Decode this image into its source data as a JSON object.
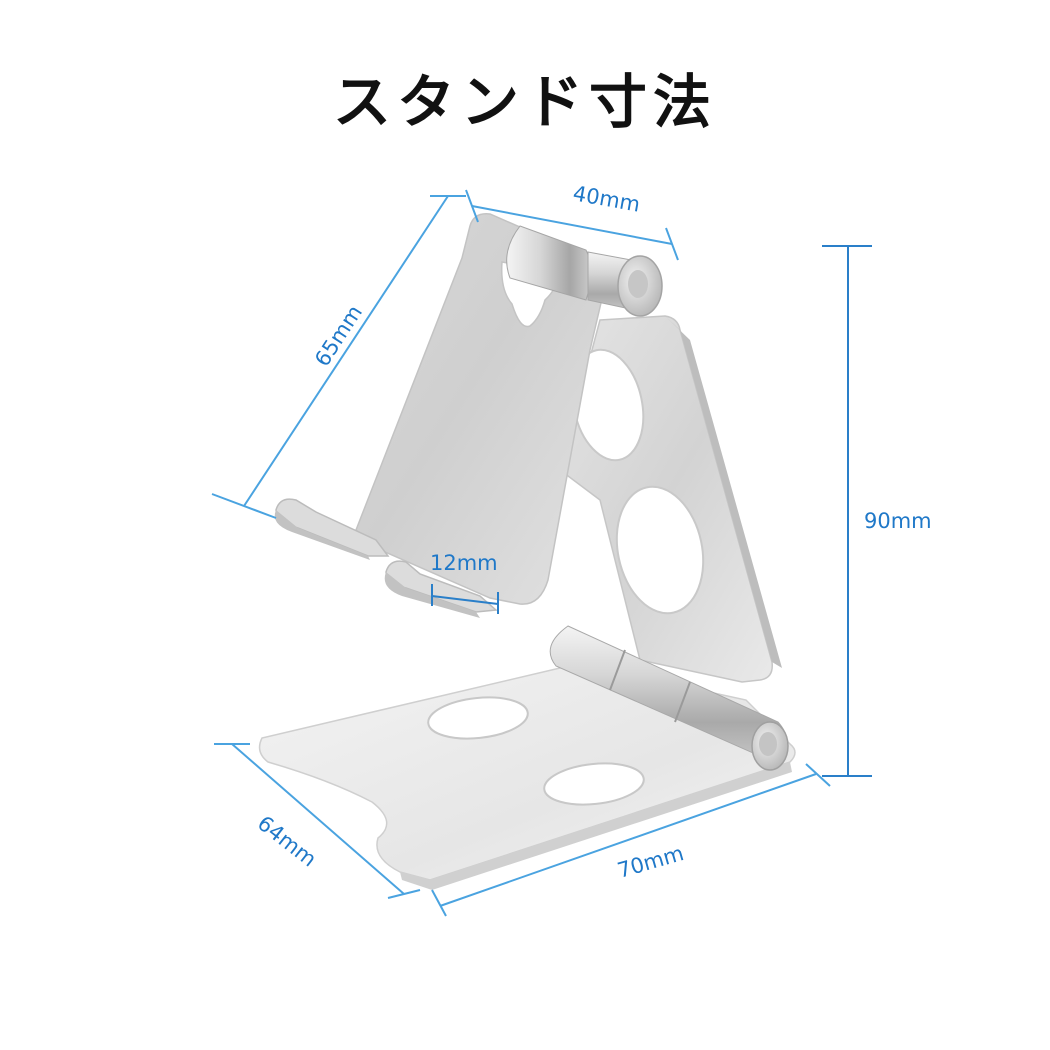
{
  "title": "スタンド寸法",
  "dimensions": {
    "top_width": "40mm",
    "back_length": "65mm",
    "height": "90mm",
    "lip_depth": "12mm",
    "base_depth": "64mm",
    "base_width": "70mm"
  },
  "colors": {
    "dimension_line": "#4aa3e0",
    "dimension_text": "#1f78c8",
    "metal_light": "#eeeeee",
    "metal_mid": "#d2d2d2",
    "metal_dark": "#b4b4b4"
  }
}
